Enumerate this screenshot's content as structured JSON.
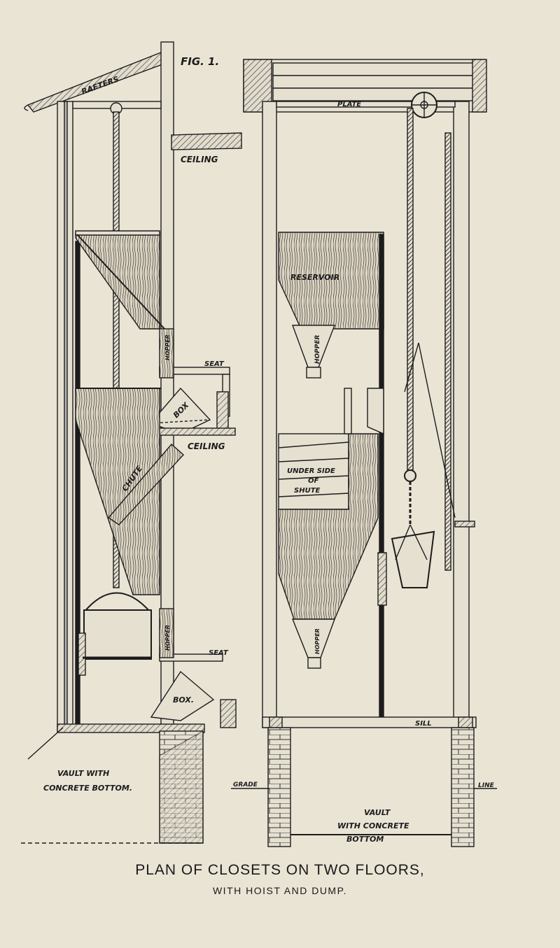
{
  "figure": {
    "fig_label": "FIG. 1.",
    "caption_line1": "PLAN OF CLOSETS ON TWO FLOORS,",
    "caption_line2": "WITH HOIST AND DUMP."
  },
  "labels": {
    "rafters": "RAFTERS",
    "ceiling_upper": "CEILING",
    "ceiling_lower": "CEILING",
    "plate": "PLATE",
    "hopper_left_upper": "HOPPER",
    "hopper_left_lower": "HOPPER",
    "seat_upper": "SEAT",
    "seat_lower": "SEAT",
    "box_upper": "BOX",
    "box_lower": "BOX.",
    "chute": "CHUTE",
    "reservoir": "RESERVOIR",
    "hopper_right_upper": "HOPPER",
    "hopper_right_lower": "HOPPER",
    "underside_line1": "UNDER SIDE",
    "underside_line2": "OF",
    "underside_line3": "SHUTE",
    "sill": "SILL",
    "grade": "GRADE",
    "line": "LINE",
    "vault_left_line1": "VAULT WITH",
    "vault_left_line2": "CONCRETE BOTTOM.",
    "vault_right_line1": "VAULT",
    "vault_right_line2": "WITH CONCRETE",
    "vault_right_line3": "BOTTOM"
  },
  "colors": {
    "paper": "#eae4d5",
    "ink": "#1c1c1c",
    "wood_fill": "#d9d1bd"
  }
}
